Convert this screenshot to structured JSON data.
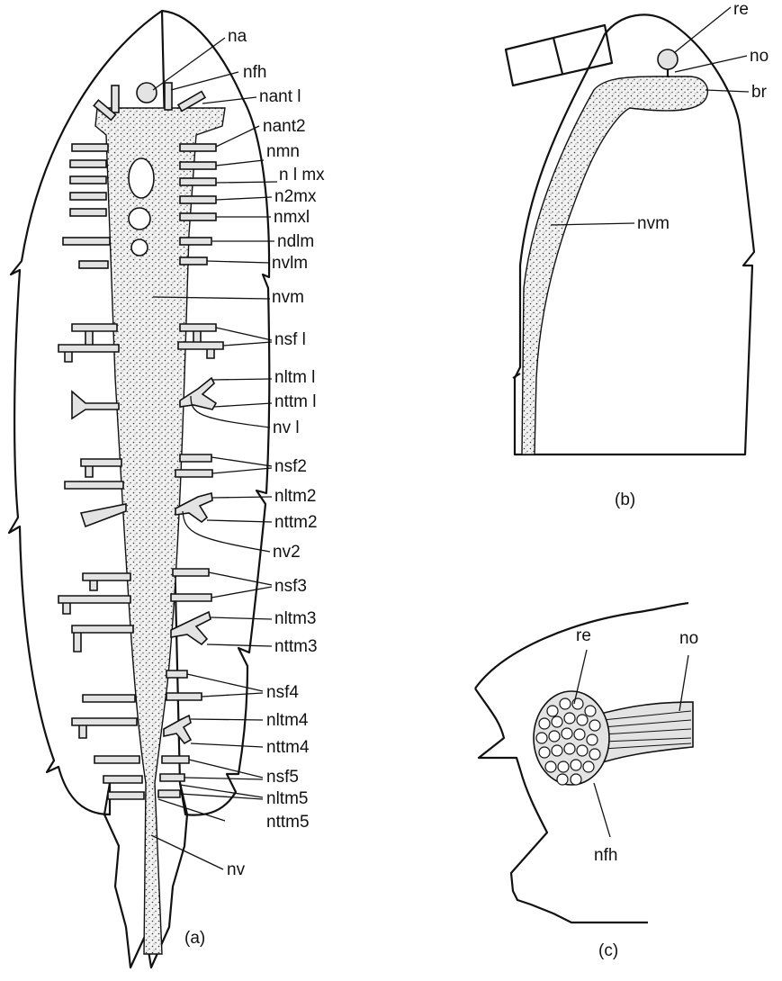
{
  "labels_a": [
    "na",
    "nfh",
    "nant l",
    "nant2",
    "nmn",
    "n l mx",
    "n2mx",
    "nmxl",
    "ndlm",
    "nvlm",
    "nvm",
    "nsf l",
    "nltm l",
    "nttm l",
    "nv l",
    "nsf2",
    "nltm2",
    "nttm2",
    "nv2",
    "nsf3",
    "nltm3",
    "nttm3",
    "nsf4",
    "nltm4",
    "nttm4",
    "nsf5",
    "nltm5",
    "nttm5",
    "nv"
  ],
  "labels_b": [
    "re",
    "no",
    "br",
    "nvm"
  ],
  "labels_c": [
    "re",
    "no",
    "nfh"
  ],
  "panels": {
    "a": "(a)",
    "b": "(b)",
    "c": "(c)"
  }
}
